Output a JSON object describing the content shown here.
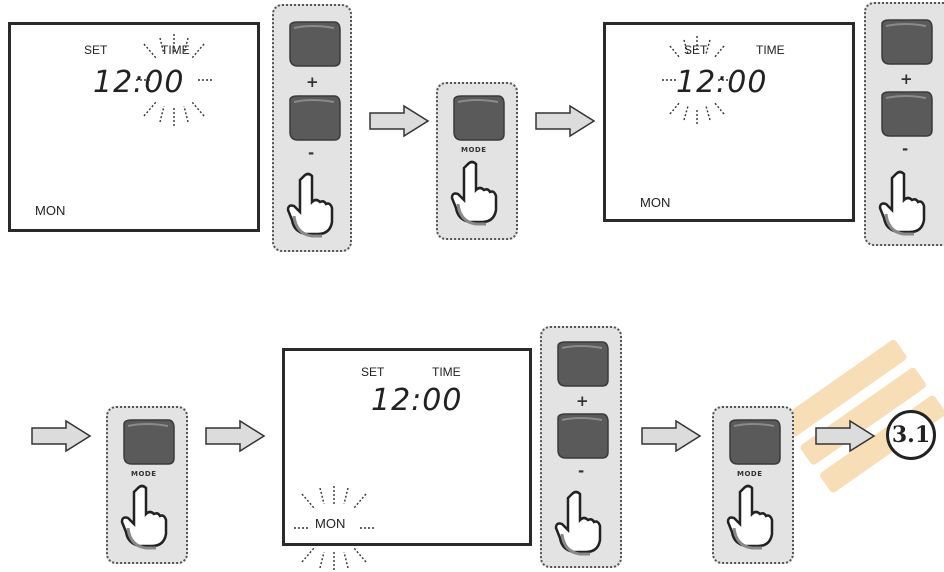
{
  "row1": {
    "screen1": {
      "set": "SET",
      "time": "TIME",
      "clock": "12:00",
      "day": "MON"
    },
    "screen2": {
      "set": "SET",
      "time": "TIME",
      "clock": "12:00",
      "day": "MON"
    }
  },
  "row2": {
    "screen3": {
      "set": "SET",
      "time": "TIME",
      "clock": "12:00",
      "day": "MON"
    }
  },
  "controls": {
    "plus": "+",
    "minus": "-",
    "mode": "MODE"
  },
  "step_ref": "3.1",
  "colors": {
    "panel_bg": "#e3e3e3",
    "button": "#5a5a5a",
    "arrow_fill": "#dcdcdc",
    "watermark": "#f3c27a"
  },
  "icons": [
    "pointing-hand-icon",
    "flashing-burst-icon",
    "right-arrow-icon"
  ]
}
